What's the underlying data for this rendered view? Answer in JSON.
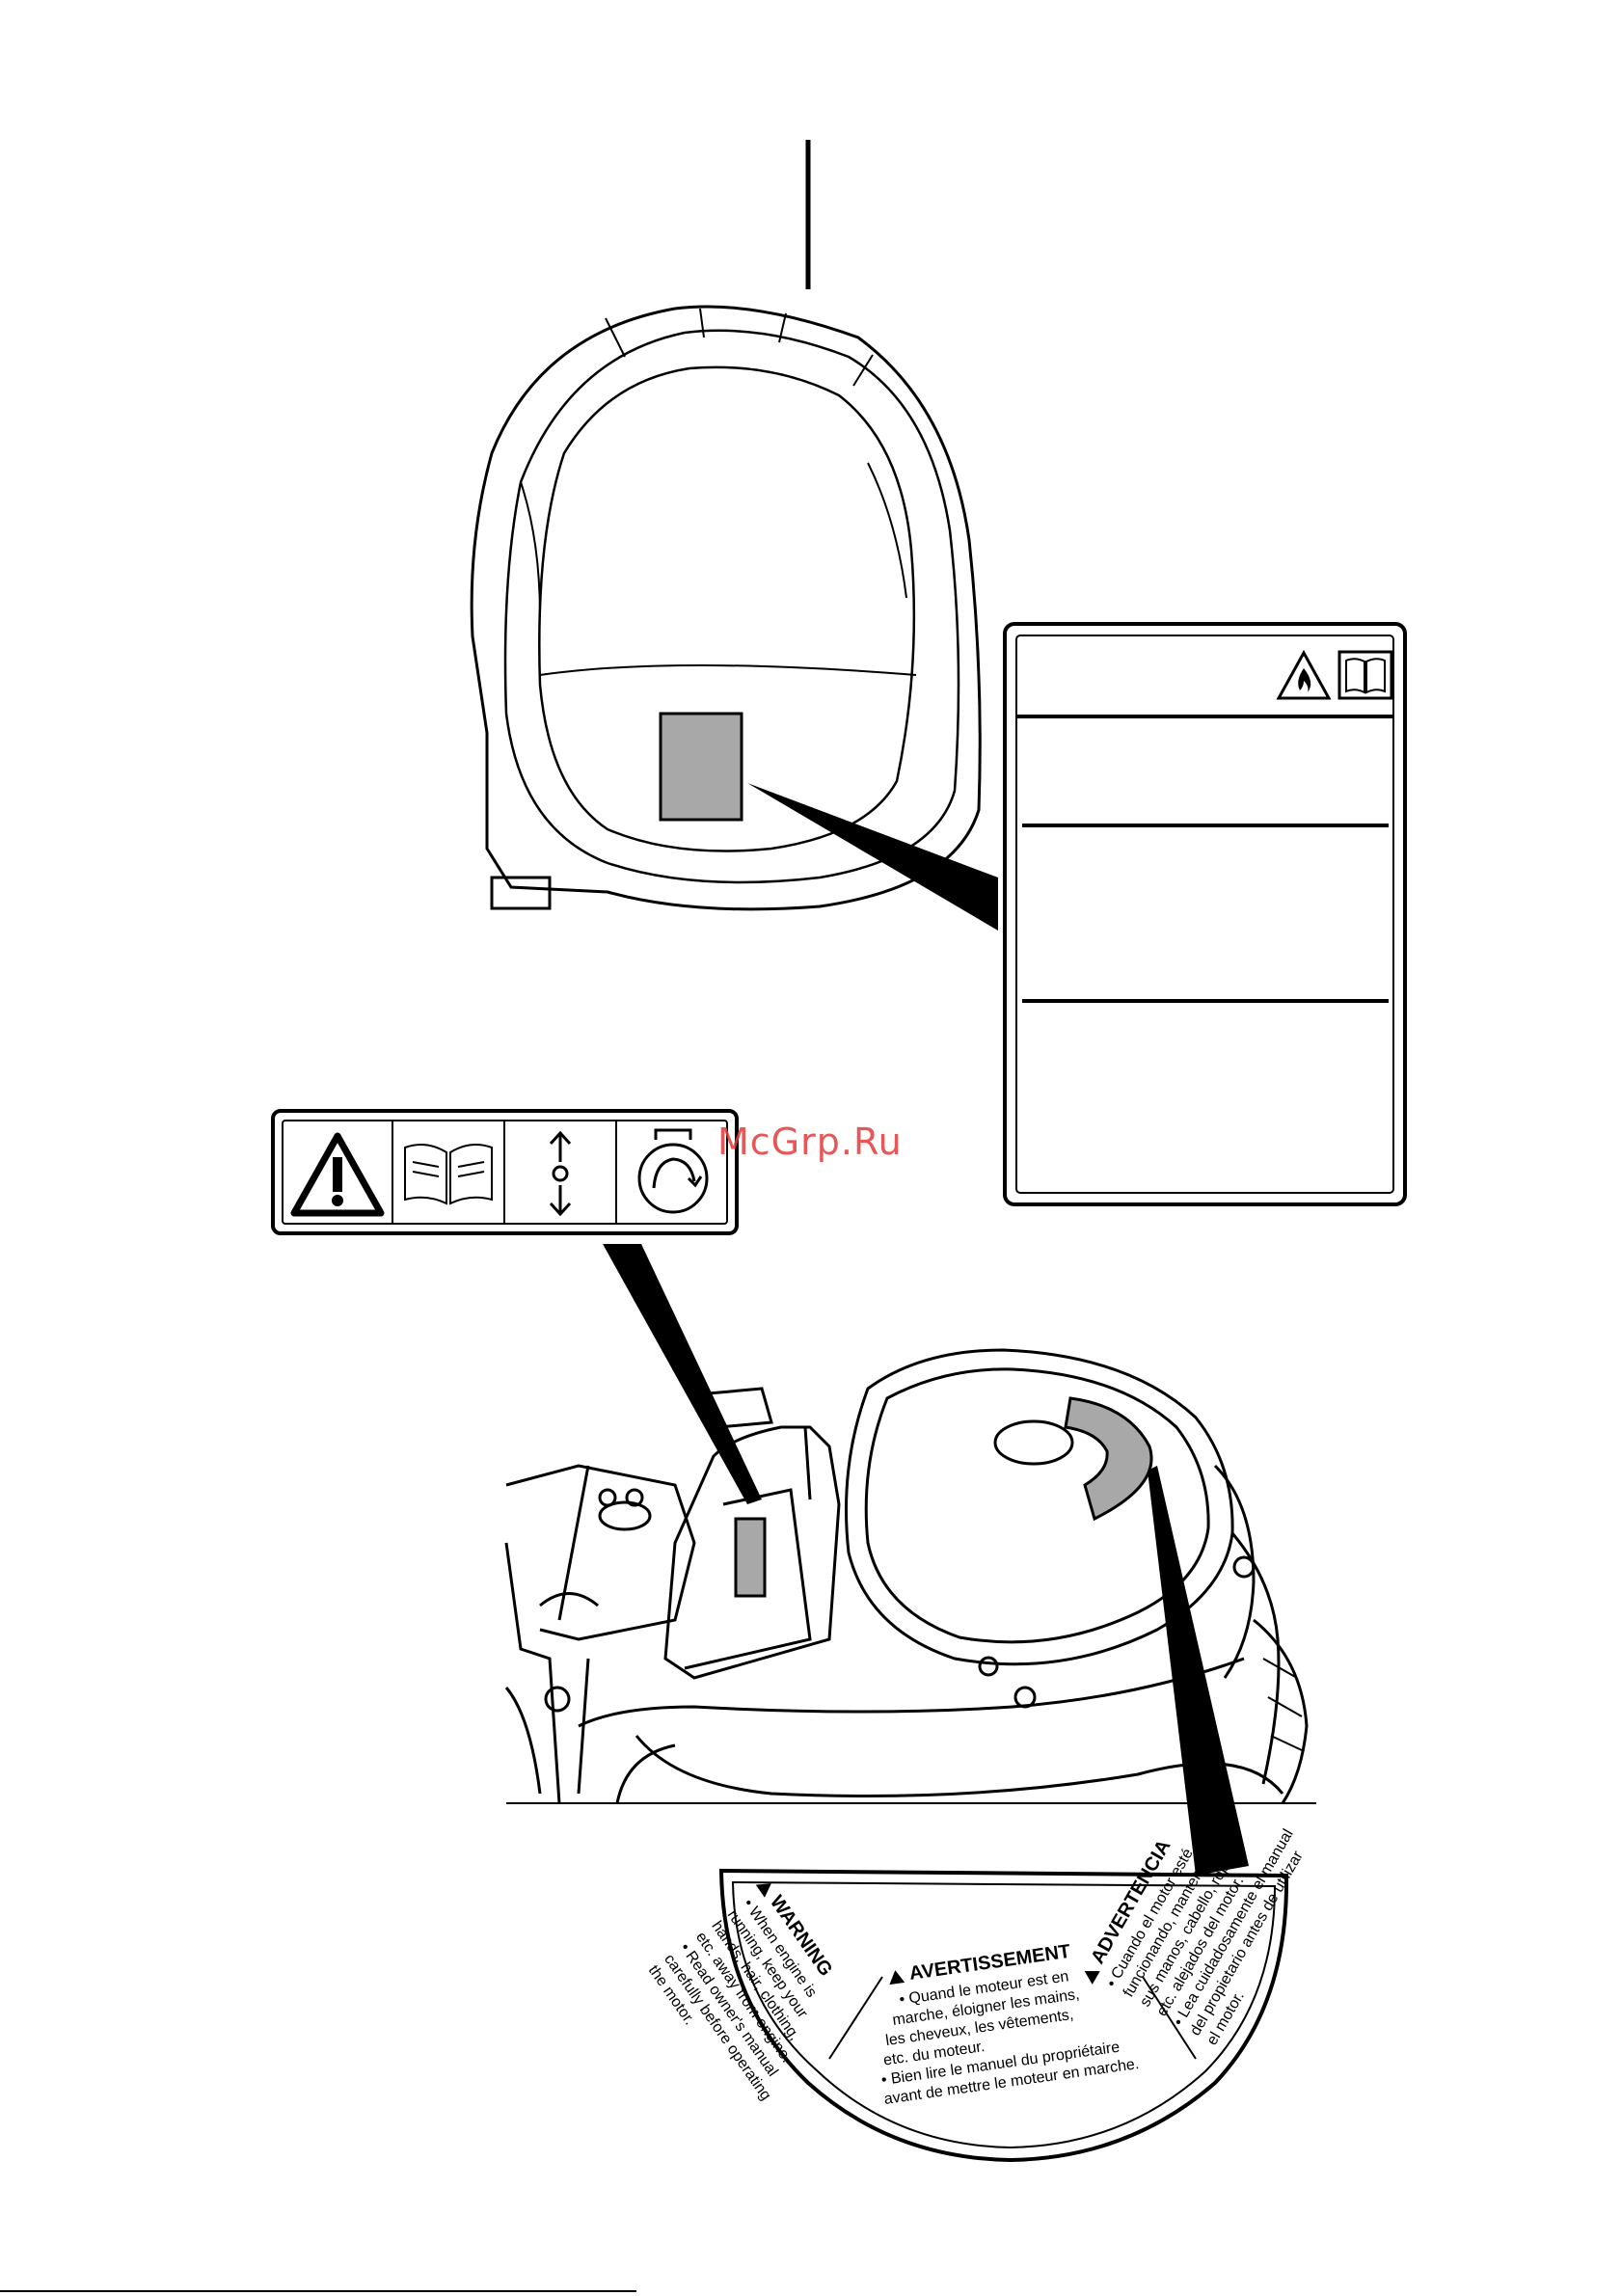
{
  "watermark": {
    "text": "McGrp.Ru"
  },
  "decals": {
    "fuel_tank_label": {
      "icons": [
        "fire-warning-icon",
        "read-manual-icon"
      ]
    },
    "control_label": {
      "icons": [
        "warning-triangle-icon",
        "read-manual-icon",
        "choke-updown-icon",
        "starter-rotation-icon"
      ]
    },
    "recoil_label": {
      "sections": [
        {
          "heading": "WARNING",
          "lines": [
            "• When engine is",
            "running, keep your",
            "hands, hair, clothing,",
            "etc. away from engine.",
            "• Read owner's manual",
            "carefully before operating",
            "the motor."
          ]
        },
        {
          "heading": "AVERTISSEMENT",
          "lines": [
            "• Quand le moteur est en",
            "marche, éloigner les mains,",
            "les cheveux, les vêtements,",
            "etc. du moteur.",
            "• Bien lire le manuel du propriétaire",
            "avant de mettre le moteur en marche."
          ]
        },
        {
          "heading": "ADVERTENCIA",
          "lines": [
            "• Cuando el motor esté",
            "funcionando, mantenga",
            "sus manos, cabello, ropas,",
            "etc. alejados del motor.",
            "• Lea cuidadosamente el manual",
            "del propietario antes de utilizar",
            "el motor."
          ]
        }
      ]
    }
  },
  "colors": {
    "decal_fill": "#a8a8a8",
    "line": "#000000",
    "watermark": "#e23a3a"
  }
}
